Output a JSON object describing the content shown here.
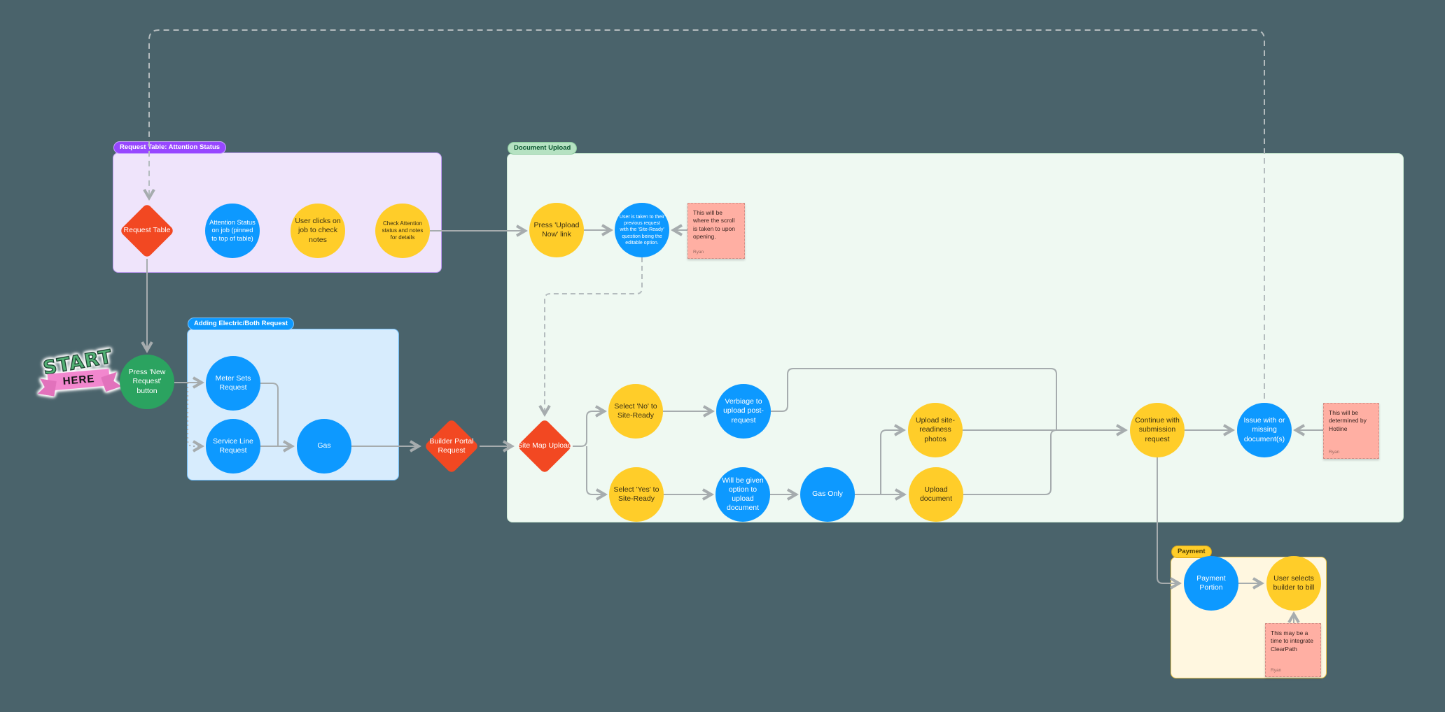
{
  "board": {
    "background_color": "#4A636B",
    "connector_color": "#A6ACAE",
    "shape_colors": {
      "diamond_red": "#F24822",
      "circle_blue": "#0D99FF",
      "circle_yellow": "#FFCD29",
      "circle_green": "#2BA360",
      "sticky_pink": "#FFAFA3"
    }
  },
  "sticker": {
    "start": "START",
    "here": "HERE"
  },
  "sections": {
    "request_table": {
      "label": "Request Table: Attention Status",
      "color": "#EFE4FB"
    },
    "adding_electric": {
      "label": "Adding Electric/Both Request",
      "color": "#D7ECFD"
    },
    "document_upload": {
      "label": "Document Upload",
      "color": "#EFF9F2"
    },
    "payment": {
      "label": "Payment",
      "color": "#FFF7E0"
    }
  },
  "nodes": {
    "request_table": "Request Table",
    "attention_status": "Attention Status on job (pinned to top of table)",
    "user_clicks": "User clicks on job to check notes",
    "check_attention": "Check Attention status and notes for details",
    "press_upload_now": "Press 'Upload Now' link",
    "user_taken": "User is taken to their previous request with the 'Site-Ready' question being the editable option.",
    "press_new_request": "Press 'New Request' button",
    "meter_sets": "Meter Sets Request",
    "service_line": "Service Line Request",
    "gas": "Gas",
    "builder_portal": "Builder Portal Request",
    "site_map": "Site Map Upload",
    "select_no": "Select 'No' to Site-Ready",
    "verbiage": "Verbiage to upload post-request",
    "select_yes": "Select 'Yes' to Site-Ready",
    "will_be_given": "Will be given option to upload document",
    "gas_only": "Gas Only",
    "upload_photos": "Upload site-readiness photos",
    "upload_document": "Upload document",
    "continue_submission": "Continue with submission request",
    "issue_missing": "Issue with or missing document(s)",
    "payment_portion": "Payment Portion",
    "user_selects": "User selects builder to bill"
  },
  "stickies": {
    "scroll": {
      "text": "This will be where the scroll is taken to upon opening.",
      "author": "Ryan"
    },
    "hotline": {
      "text": "This will be determined by Hotline",
      "author": "Ryan"
    },
    "clearpath": {
      "text": "This may be a time to integrate ClearPath",
      "author": "Ryan"
    }
  }
}
